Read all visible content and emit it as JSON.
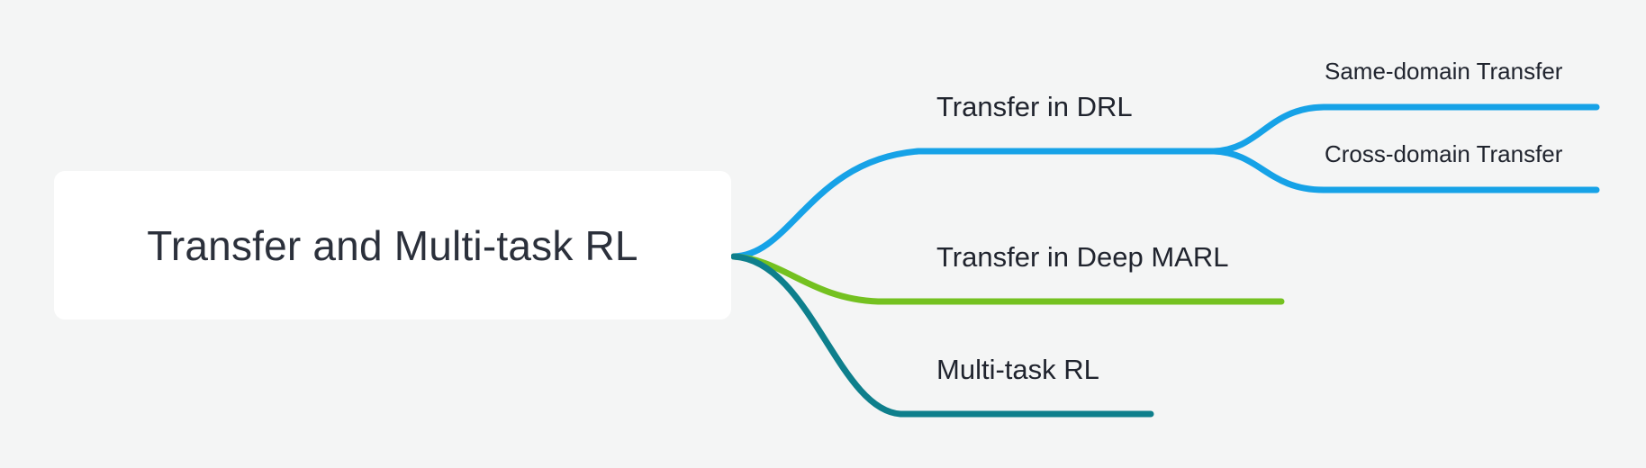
{
  "diagram": {
    "type": "mind-map",
    "background_color": "#f4f5f5",
    "text_color": "#20242e",
    "root": {
      "label": "Transfer and Multi-task RL",
      "box_fill": "#ffffff",
      "text_color": "#2b303b"
    },
    "branches": [
      {
        "label": "Transfer in DRL",
        "color": "#16a2e7",
        "children": [
          {
            "label": "Same-domain Transfer",
            "color": "#16a2e7"
          },
          {
            "label": "Cross-domain Transfer",
            "color": "#16a2e7"
          }
        ]
      },
      {
        "label": "Transfer in Deep MARL",
        "color": "#74c120",
        "children": []
      },
      {
        "label": "Multi-task RL",
        "color": "#0e7f8c",
        "children": []
      }
    ]
  }
}
